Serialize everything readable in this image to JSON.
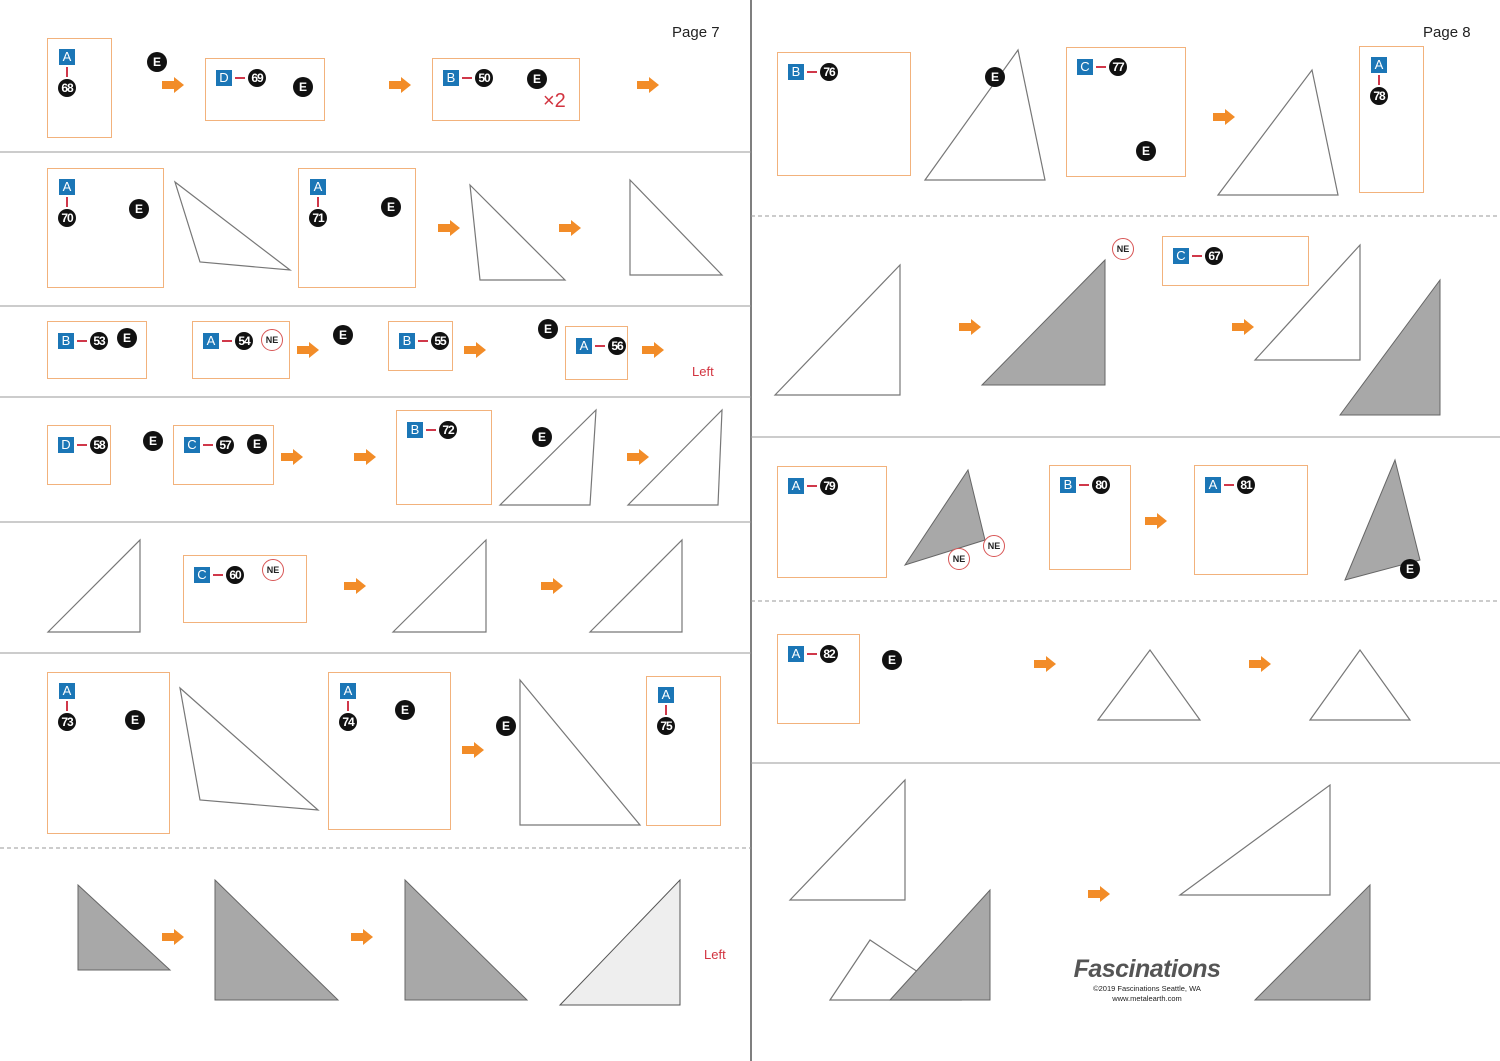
{
  "pages": {
    "left": "Page 7",
    "right": "Page 8"
  },
  "steps": [
    {
      "sheet": "A",
      "part": "68"
    },
    {
      "sheet": "D",
      "part": "69"
    },
    {
      "sheet": "B",
      "part": "50"
    },
    {
      "sheet": "A",
      "part": "70"
    },
    {
      "sheet": "A",
      "part": "71"
    },
    {
      "sheet": "B",
      "part": "53"
    },
    {
      "sheet": "A",
      "part": "54"
    },
    {
      "sheet": "B",
      "part": "55"
    },
    {
      "sheet": "A",
      "part": "56"
    },
    {
      "sheet": "D",
      "part": "58"
    },
    {
      "sheet": "C",
      "part": "57"
    },
    {
      "sheet": "B",
      "part": "72"
    },
    {
      "sheet": "C",
      "part": "60"
    },
    {
      "sheet": "A",
      "part": "73"
    },
    {
      "sheet": "A",
      "part": "74"
    },
    {
      "sheet": "A",
      "part": "75"
    },
    {
      "sheet": "B",
      "part": "76"
    },
    {
      "sheet": "C",
      "part": "77"
    },
    {
      "sheet": "A",
      "part": "78"
    },
    {
      "sheet": "C",
      "part": "67"
    },
    {
      "sheet": "A",
      "part": "79"
    },
    {
      "sheet": "B",
      "part": "80"
    },
    {
      "sheet": "A",
      "part": "81"
    },
    {
      "sheet": "A",
      "part": "82"
    }
  ],
  "badges": {
    "E": "E",
    "NE": "NE"
  },
  "notes": {
    "times_two": "×2",
    "left_1": "Left",
    "left_2": "Left"
  },
  "footer": {
    "brand": "Fascinations",
    "copyright": "©2019 Fascinations Seattle, WA",
    "url": "www.metalearth.com"
  },
  "colors": {
    "sheet": "#1b76b6",
    "arrow": "#f28c28",
    "callout_border": "#f2b27c",
    "accent_red": "#d2333f"
  }
}
